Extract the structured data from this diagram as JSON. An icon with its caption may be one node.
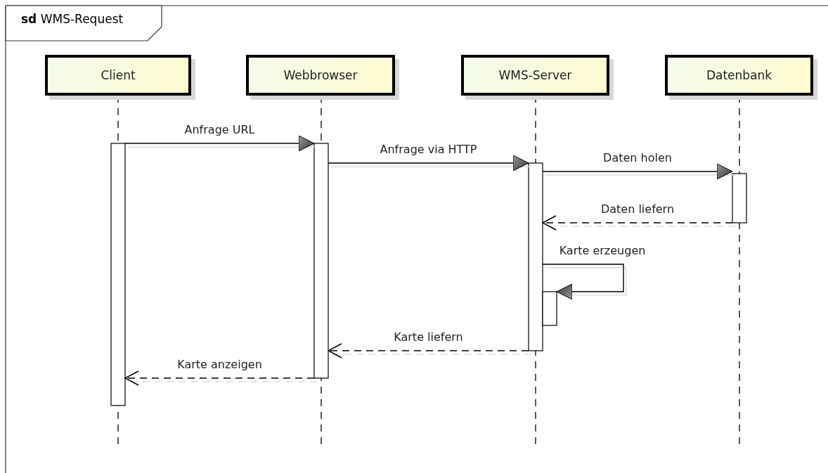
{
  "diagram": {
    "title": "**sd** WMS-Request",
    "nodes": [
      {
        "text": [
          "Client"
        ]
      },
      {
        "text": [
          "Webbrowser"
        ]
      },
      {
        "text": [
          "WMS-Server"
        ]
      },
      {
        "text": [
          "Datenbank"
        ]
      },
      {
        "text": [],
        "shape": "bar"
      },
      {
        "text": [],
        "shape": "bar"
      },
      {
        "text": [],
        "shape": "bar"
      },
      {
        "text": [],
        "shape": "bar"
      },
      {
        "text": [],
        "shape": "bar"
      }
    ],
    "edges": [
      {
        "from": 4,
        "to": 5,
        "arrow": "to",
        "label": "Anfrage URL"
      },
      {
        "from": 5,
        "to": 6,
        "arrow": "to",
        "label": "Anfrage via HTTP"
      },
      {
        "from": 6,
        "to": 7,
        "arrow": "to",
        "label": "Daten holen"
      },
      {
        "from": 7,
        "to": 6,
        "arrow": "to",
        "label": "Daten liefern",
        "style": "dashed"
      },
      {
        "from": 6,
        "to": 8,
        "arrow": "to",
        "label": "Karte erzeugen"
      },
      {
        "from": 6,
        "to": 5,
        "arrow": "to",
        "label": "Karte liefern",
        "style": "dashed"
      },
      {
        "from": 5,
        "to": 4,
        "arrow": "to",
        "label": "Karte anzeigen",
        "style": "dashed"
      }
    ]
  }
}
